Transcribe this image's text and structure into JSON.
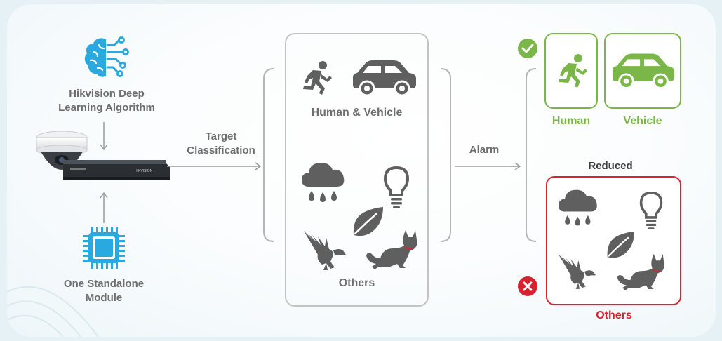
{
  "algorithm": {
    "label_line1": "Hikvision Deep",
    "label_line2": "Learning Algorithm",
    "icon": "brain-circuit-icon"
  },
  "module": {
    "label_line1": "One Standalone",
    "label_line2": "Module",
    "icon": "chip-icon"
  },
  "devices": {
    "camera_icon": "dome-camera-icon",
    "nvr_icon": "nvr-recorder-icon"
  },
  "classification": {
    "label_line1": "Target",
    "label_line2": "Classification"
  },
  "middle_panel": {
    "top_label": "Human & Vehicle",
    "bottom_label": "Others"
  },
  "alarm": {
    "label": "Alarm"
  },
  "result": {
    "human_label": "Human",
    "vehicle_label": "Vehicle",
    "reduced_label": "Reduced",
    "others_label": "Others",
    "accept_icon": "check-circle-icon",
    "reject_icon": "x-circle-icon"
  },
  "colors": {
    "accent_blue": "#29a9df",
    "accept_green": "#7ab648",
    "reject_red": "#d7232f",
    "icon_gray": "#5f5f5f",
    "text_gray": "#6e6e6e"
  }
}
